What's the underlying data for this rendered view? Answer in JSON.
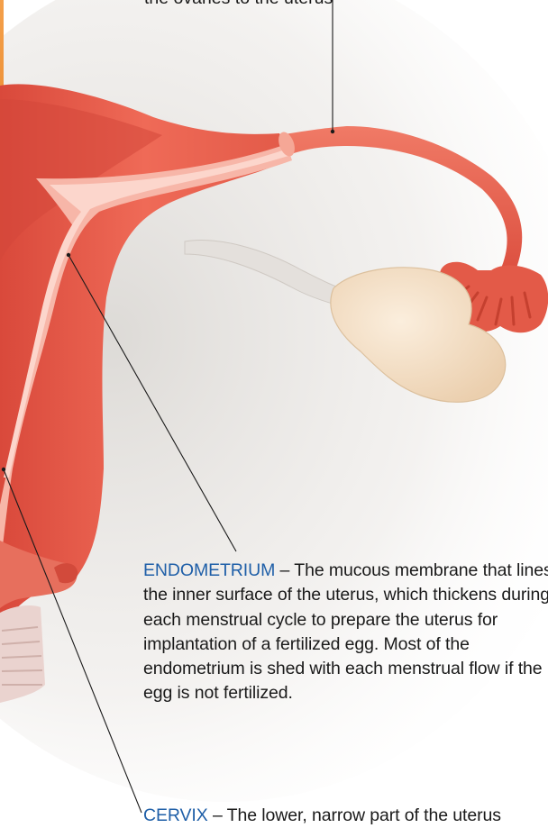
{
  "top_caption": "the ovaries to the uterus",
  "endometrium": {
    "term": "ENDOMETRIUM",
    "description": " – The mucous membrane that lines the inner surface of the uterus, which thickens during each menstrual cycle to prepare the uterus for implantation of a fertilized egg.  Most of the endometrium is shed with each menstrual flow if the egg is not fertilized."
  },
  "cervix": {
    "term": "CERVIX",
    "description": " – The lower, narrow part of the uterus"
  },
  "colors": {
    "tissue": "#e8614f",
    "tissue_light": "#f28a79",
    "lining": "#f7b6a8",
    "ovary": "#f2dcc0",
    "ligament": "#e4e0dc",
    "term_blue": "#1f5fa8"
  }
}
